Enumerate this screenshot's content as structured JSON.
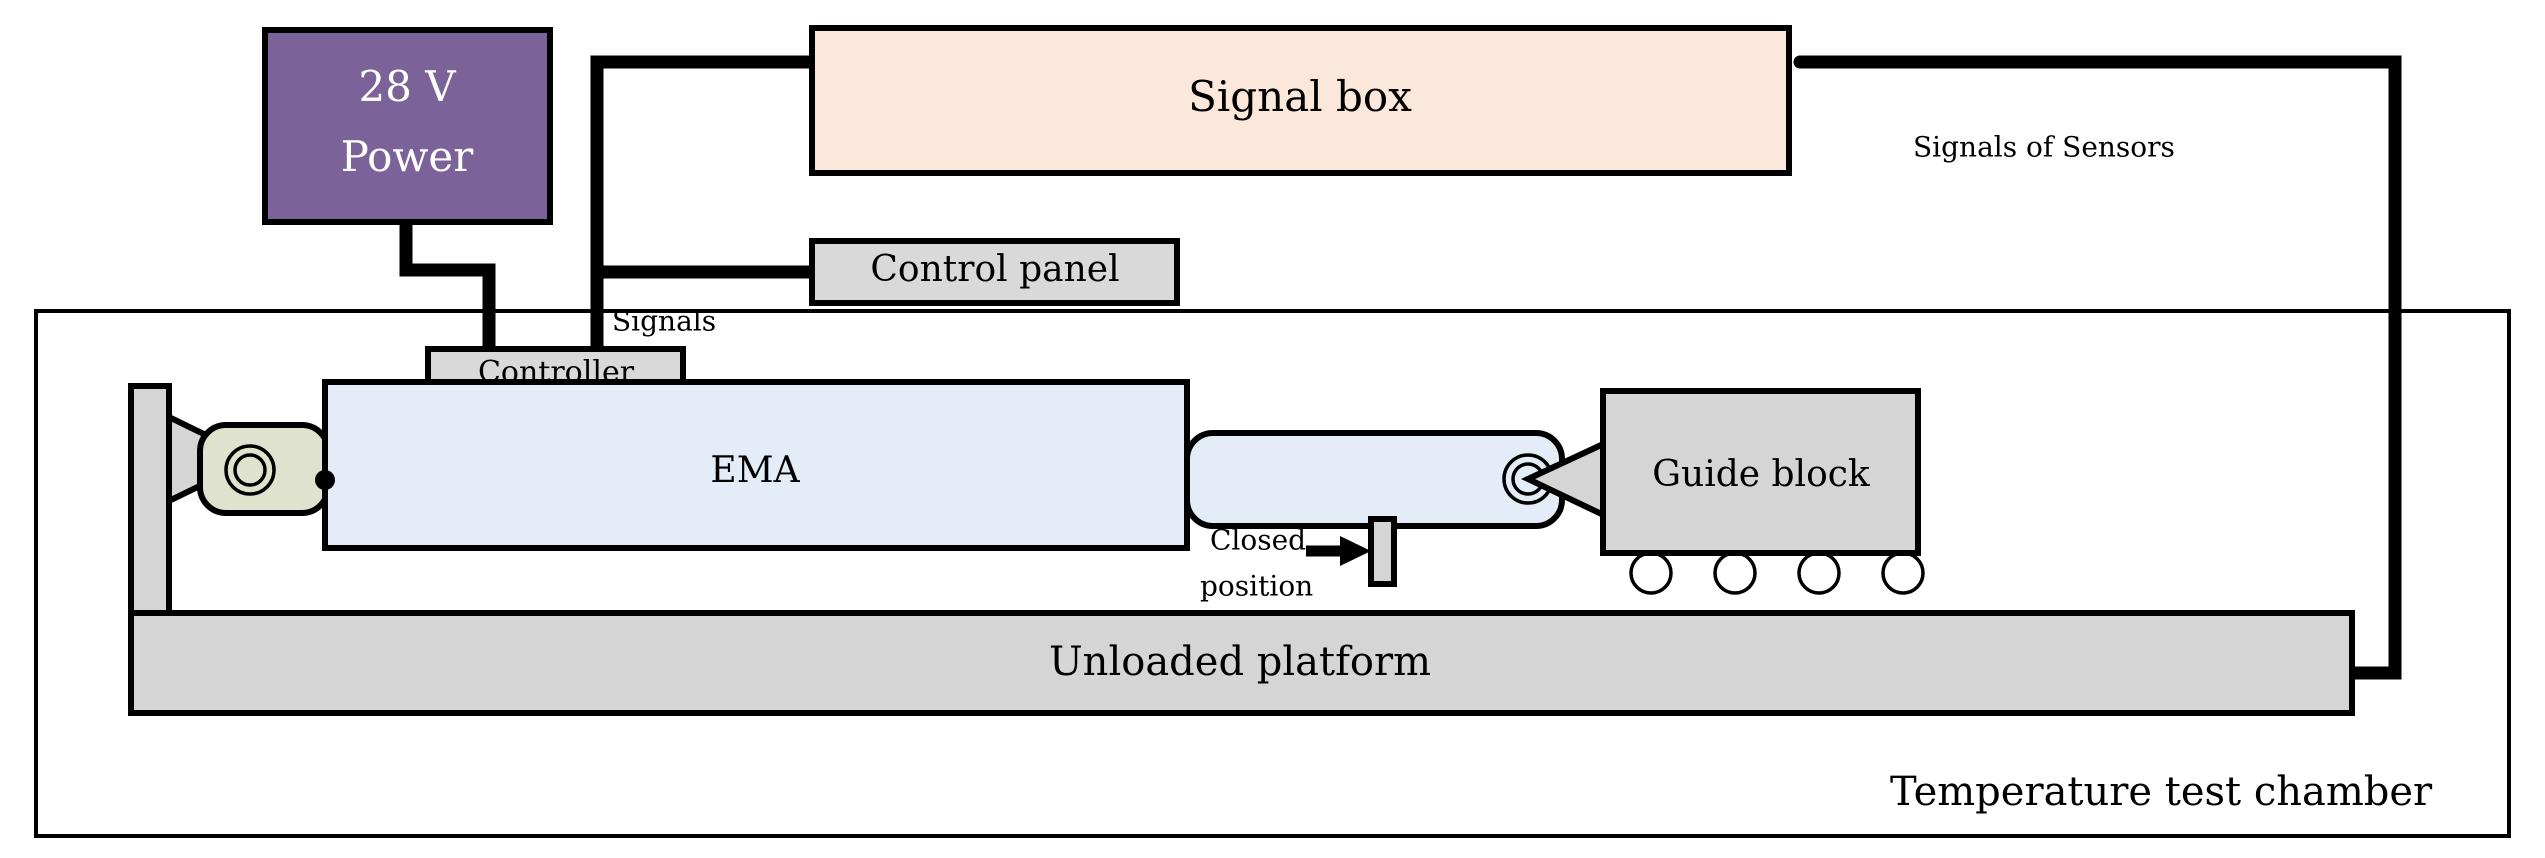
{
  "diagram": {
    "title": "EMA temperature test setup schematic",
    "colors": {
      "power_box_fill": "#7B6399",
      "power_box_text": "#ffffff",
      "signal_box_fill": "#FBE8DA",
      "gray_box_fill": "#D9D9D9",
      "ema_body_fill": "#E4ECF7",
      "rear_mount_fill": "#DFE2CC",
      "platform_fill": "#D5D5D5",
      "outline": "#000000",
      "cable": "#000000"
    },
    "nodes": {
      "power": {
        "label_line1": "28 V",
        "label_line2": "Power"
      },
      "signal_box": {
        "label": "Signal box"
      },
      "control_panel": {
        "label": "Control panel"
      },
      "controller": {
        "label": "Controller"
      },
      "ema": {
        "label": "EMA"
      },
      "guide_block": {
        "label": "Guide block"
      },
      "platform": {
        "label": "Unloaded platform"
      },
      "chamber": {
        "label": "Temperature test chamber"
      }
    },
    "annotations": {
      "signals": "Signals",
      "signals_of_sensors": "Signals of Sensors",
      "closed_position_line1": "Closed",
      "closed_position_line2": "position"
    },
    "counts": {
      "guide_block_wheels": 4
    }
  }
}
